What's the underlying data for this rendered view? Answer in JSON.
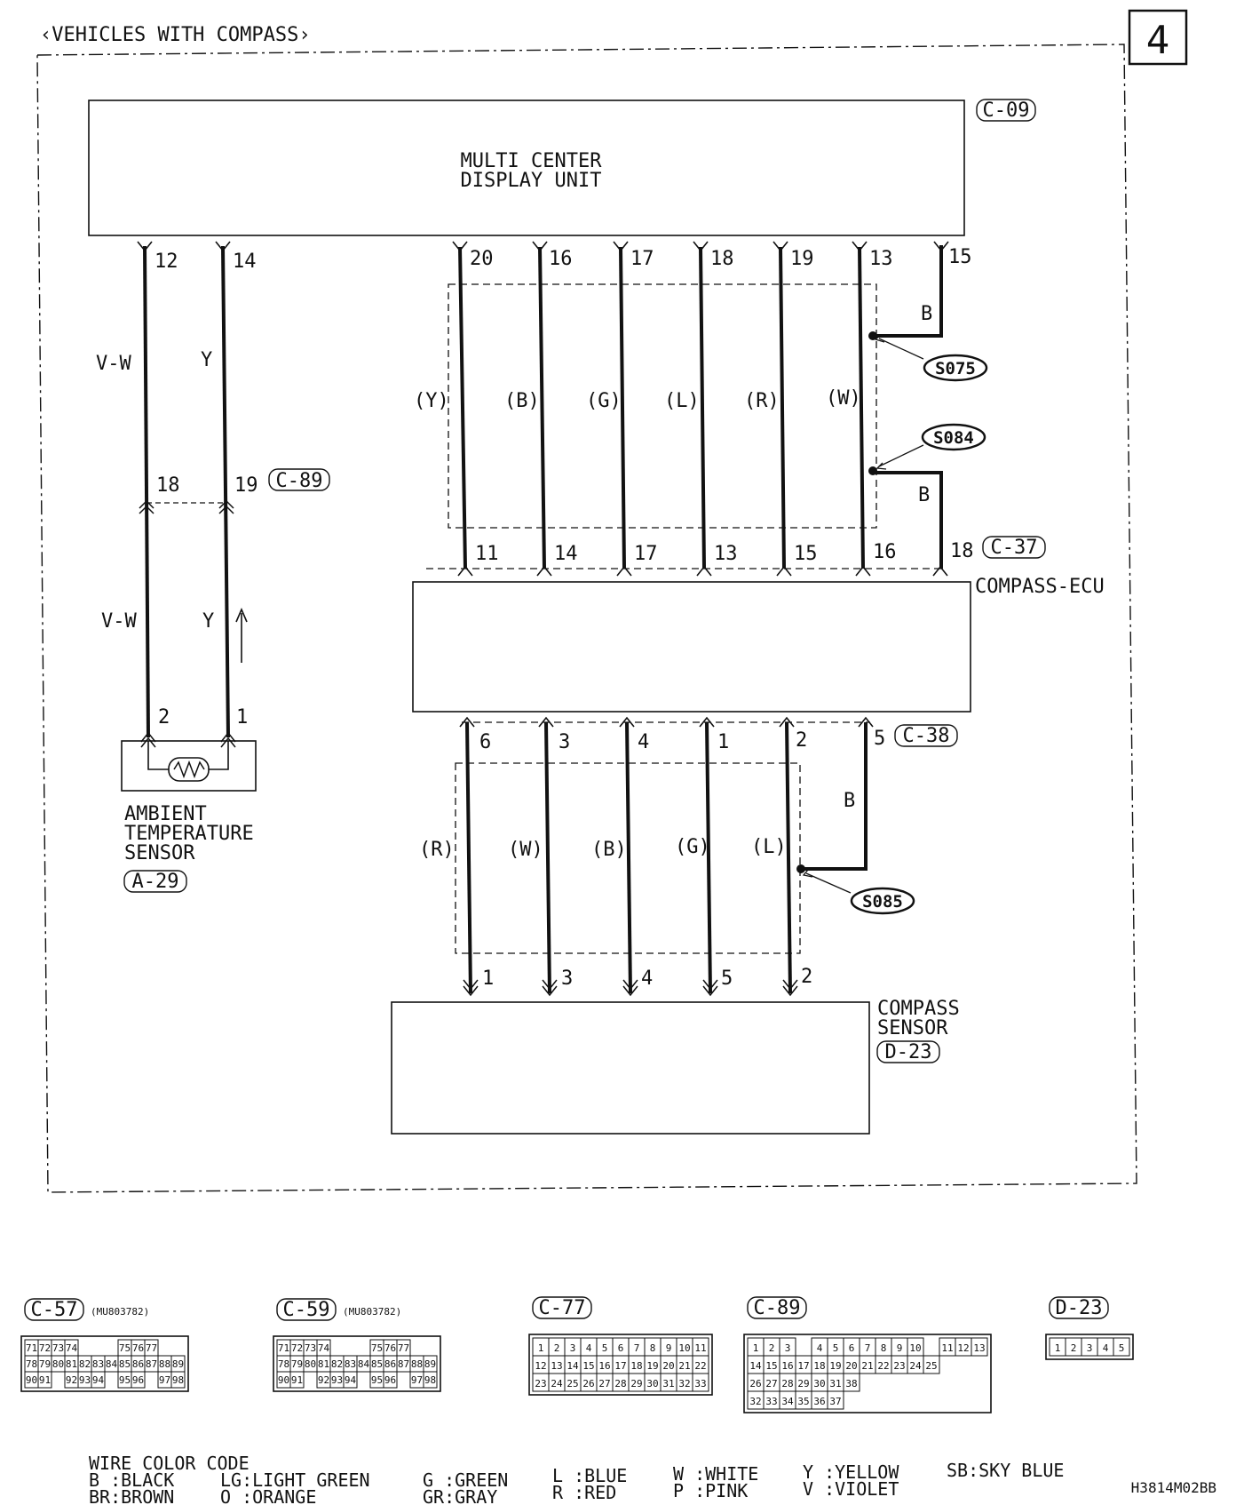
{
  "header": {
    "title": "‹VEHICLES WITH COMPASS›",
    "page_number": "4"
  },
  "mcdu": {
    "line1": "MULTI CENTER",
    "line2": "DISPLAY UNIT",
    "connector": "C-09"
  },
  "ecu": {
    "name": "COMPASS-ECU",
    "top_connector": "C-37",
    "bottom_connector": "C-38"
  },
  "compass_sensor": {
    "line1": "COMPASS",
    "line2": "SENSOR",
    "connector": "D-23"
  },
  "ambient_sensor": {
    "line1": "AMBIENT",
    "line2": "TEMPERATURE",
    "line3": "SENSOR",
    "connector": "A-29"
  },
  "intermediate_connector": "C-89",
  "wires_left": [
    {
      "top_pin": "12",
      "mid_pin": "18",
      "bottom_pin": "2",
      "color_upper": "V-W",
      "color_lower": "V-W"
    },
    {
      "top_pin": "14",
      "mid_pin": "19",
      "bottom_pin": "1",
      "color_upper": "Y",
      "color_lower": "Y"
    }
  ],
  "wires_mcdu_ecu": [
    {
      "mcdu_pin": "20",
      "ecu_pin": "11",
      "color": "(Y)"
    },
    {
      "mcdu_pin": "16",
      "ecu_pin": "14",
      "color": "(B)"
    },
    {
      "mcdu_pin": "17",
      "ecu_pin": "17",
      "color": "(G)"
    },
    {
      "mcdu_pin": "18",
      "ecu_pin": "13",
      "color": "(L)"
    },
    {
      "mcdu_pin": "19",
      "ecu_pin": "15",
      "color": "(R)"
    },
    {
      "mcdu_pin": "13",
      "ecu_pin": "16",
      "color": "(W)"
    }
  ],
  "ground_top": {
    "pin": "15",
    "color": "B",
    "splice": "S075"
  },
  "ground_mid": {
    "pin": "18",
    "color": "B",
    "splice": "S084"
  },
  "wires_ecu_sensor": [
    {
      "ecu_pin": "6",
      "sensor_pin": "1",
      "color": "(R)"
    },
    {
      "ecu_pin": "3",
      "sensor_pin": "3",
      "color": "(W)"
    },
    {
      "ecu_pin": "4",
      "sensor_pin": "4",
      "color": "(B)"
    },
    {
      "ecu_pin": "1",
      "sensor_pin": "5",
      "color": "(G)"
    },
    {
      "ecu_pin": "2",
      "sensor_pin": "2",
      "color": "(L)"
    }
  ],
  "ground_bottom": {
    "pin": "5",
    "color": "B",
    "splice": "S085"
  },
  "connectors_detail": [
    {
      "name": "C-57",
      "part": "(MU803782)",
      "rows": [
        [
          "71",
          "72",
          "73",
          "74",
          "",
          "",
          "",
          "75",
          "76",
          "77"
        ],
        [
          "78",
          "79",
          "80",
          "81",
          "82",
          "83",
          "84",
          "85",
          "86",
          "87",
          "88",
          "89"
        ],
        [
          "90",
          "91",
          "",
          "92",
          "93",
          "94",
          "",
          "95",
          "96",
          "",
          "97",
          "98"
        ]
      ]
    },
    {
      "name": "C-59",
      "part": "(MU803782)",
      "rows": [
        [
          "71",
          "72",
          "73",
          "74",
          "",
          "",
          "",
          "75",
          "76",
          "77"
        ],
        [
          "78",
          "79",
          "80",
          "81",
          "82",
          "83",
          "84",
          "85",
          "86",
          "87",
          "88",
          "89"
        ],
        [
          "90",
          "91",
          "",
          "92",
          "93",
          "94",
          "",
          "95",
          "96",
          "",
          "97",
          "98"
        ]
      ]
    },
    {
      "name": "C-77",
      "part": "",
      "rows": [
        [
          "1",
          "2",
          "3",
          "4",
          "5",
          "6",
          "7",
          "8",
          "9",
          "10",
          "11"
        ],
        [
          "12",
          "13",
          "14",
          "15",
          "16",
          "17",
          "18",
          "19",
          "20",
          "21",
          "22"
        ],
        [
          "23",
          "24",
          "25",
          "26",
          "27",
          "28",
          "29",
          "30",
          "31",
          "32",
          "33"
        ]
      ]
    },
    {
      "name": "C-89",
      "part": "",
      "rows": [
        [
          "1",
          "2",
          "3",
          "",
          "4",
          "5",
          "6",
          "7",
          "8",
          "9",
          "10",
          "",
          "11",
          "12",
          "13"
        ],
        [
          "14",
          "15",
          "16",
          "17",
          "18",
          "19",
          "20",
          "21",
          "22",
          "23",
          "24",
          "25"
        ],
        [
          "26",
          "27",
          "28",
          "29",
          "30",
          "31",
          "38"
        ],
        [
          "32",
          "33",
          "34",
          "35",
          "36",
          "37"
        ]
      ]
    },
    {
      "name": "D-23",
      "part": "",
      "rows": [
        [
          "1",
          "2",
          "3",
          "4",
          "5"
        ]
      ]
    }
  ],
  "legend": {
    "title": "WIRE COLOR CODE",
    "items": [
      [
        "B :BLACK",
        "BR:BROWN"
      ],
      [
        "LG:LIGHT GREEN",
        "O :ORANGE"
      ],
      [
        "G :GREEN",
        "GR:GRAY"
      ],
      [
        "L :BLUE",
        "R :RED"
      ],
      [
        "W :WHITE",
        "P :PINK"
      ],
      [
        "Y :YELLOW",
        "V :VIOLET"
      ],
      [
        "SB:SKY BLUE"
      ]
    ]
  },
  "figure_code": "H3814M02BB"
}
